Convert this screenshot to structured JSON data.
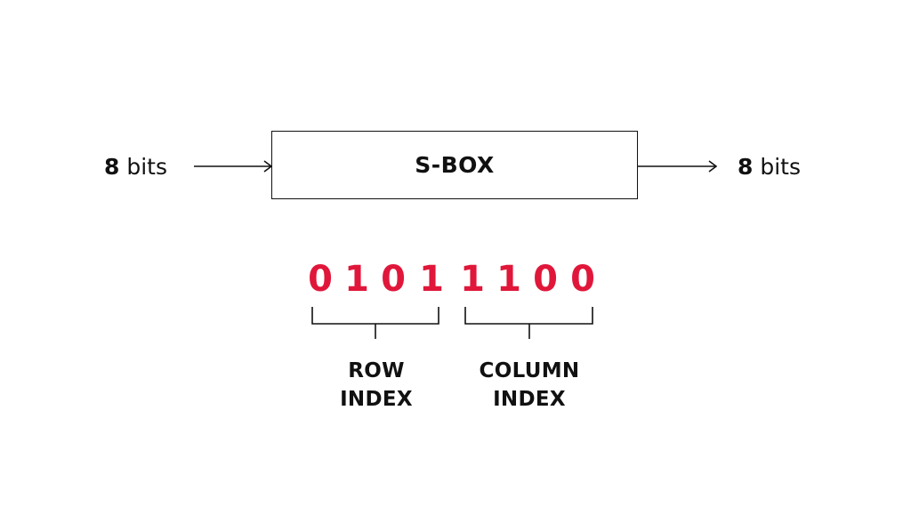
{
  "input": {
    "bold": "8",
    "unit": "bits"
  },
  "output": {
    "bold": "8",
    "unit": "bits"
  },
  "sbox": {
    "title": "S-BOX"
  },
  "bits": [
    "0",
    "1",
    "0",
    "1",
    "1",
    "1",
    "0",
    "0"
  ],
  "row_index": {
    "line1": "ROW",
    "line2": "INDEX"
  },
  "column_index": {
    "line1": "COLUMN",
    "line2": "INDEX"
  },
  "colors": {
    "accent": "#e0173a",
    "ink": "#111111"
  }
}
